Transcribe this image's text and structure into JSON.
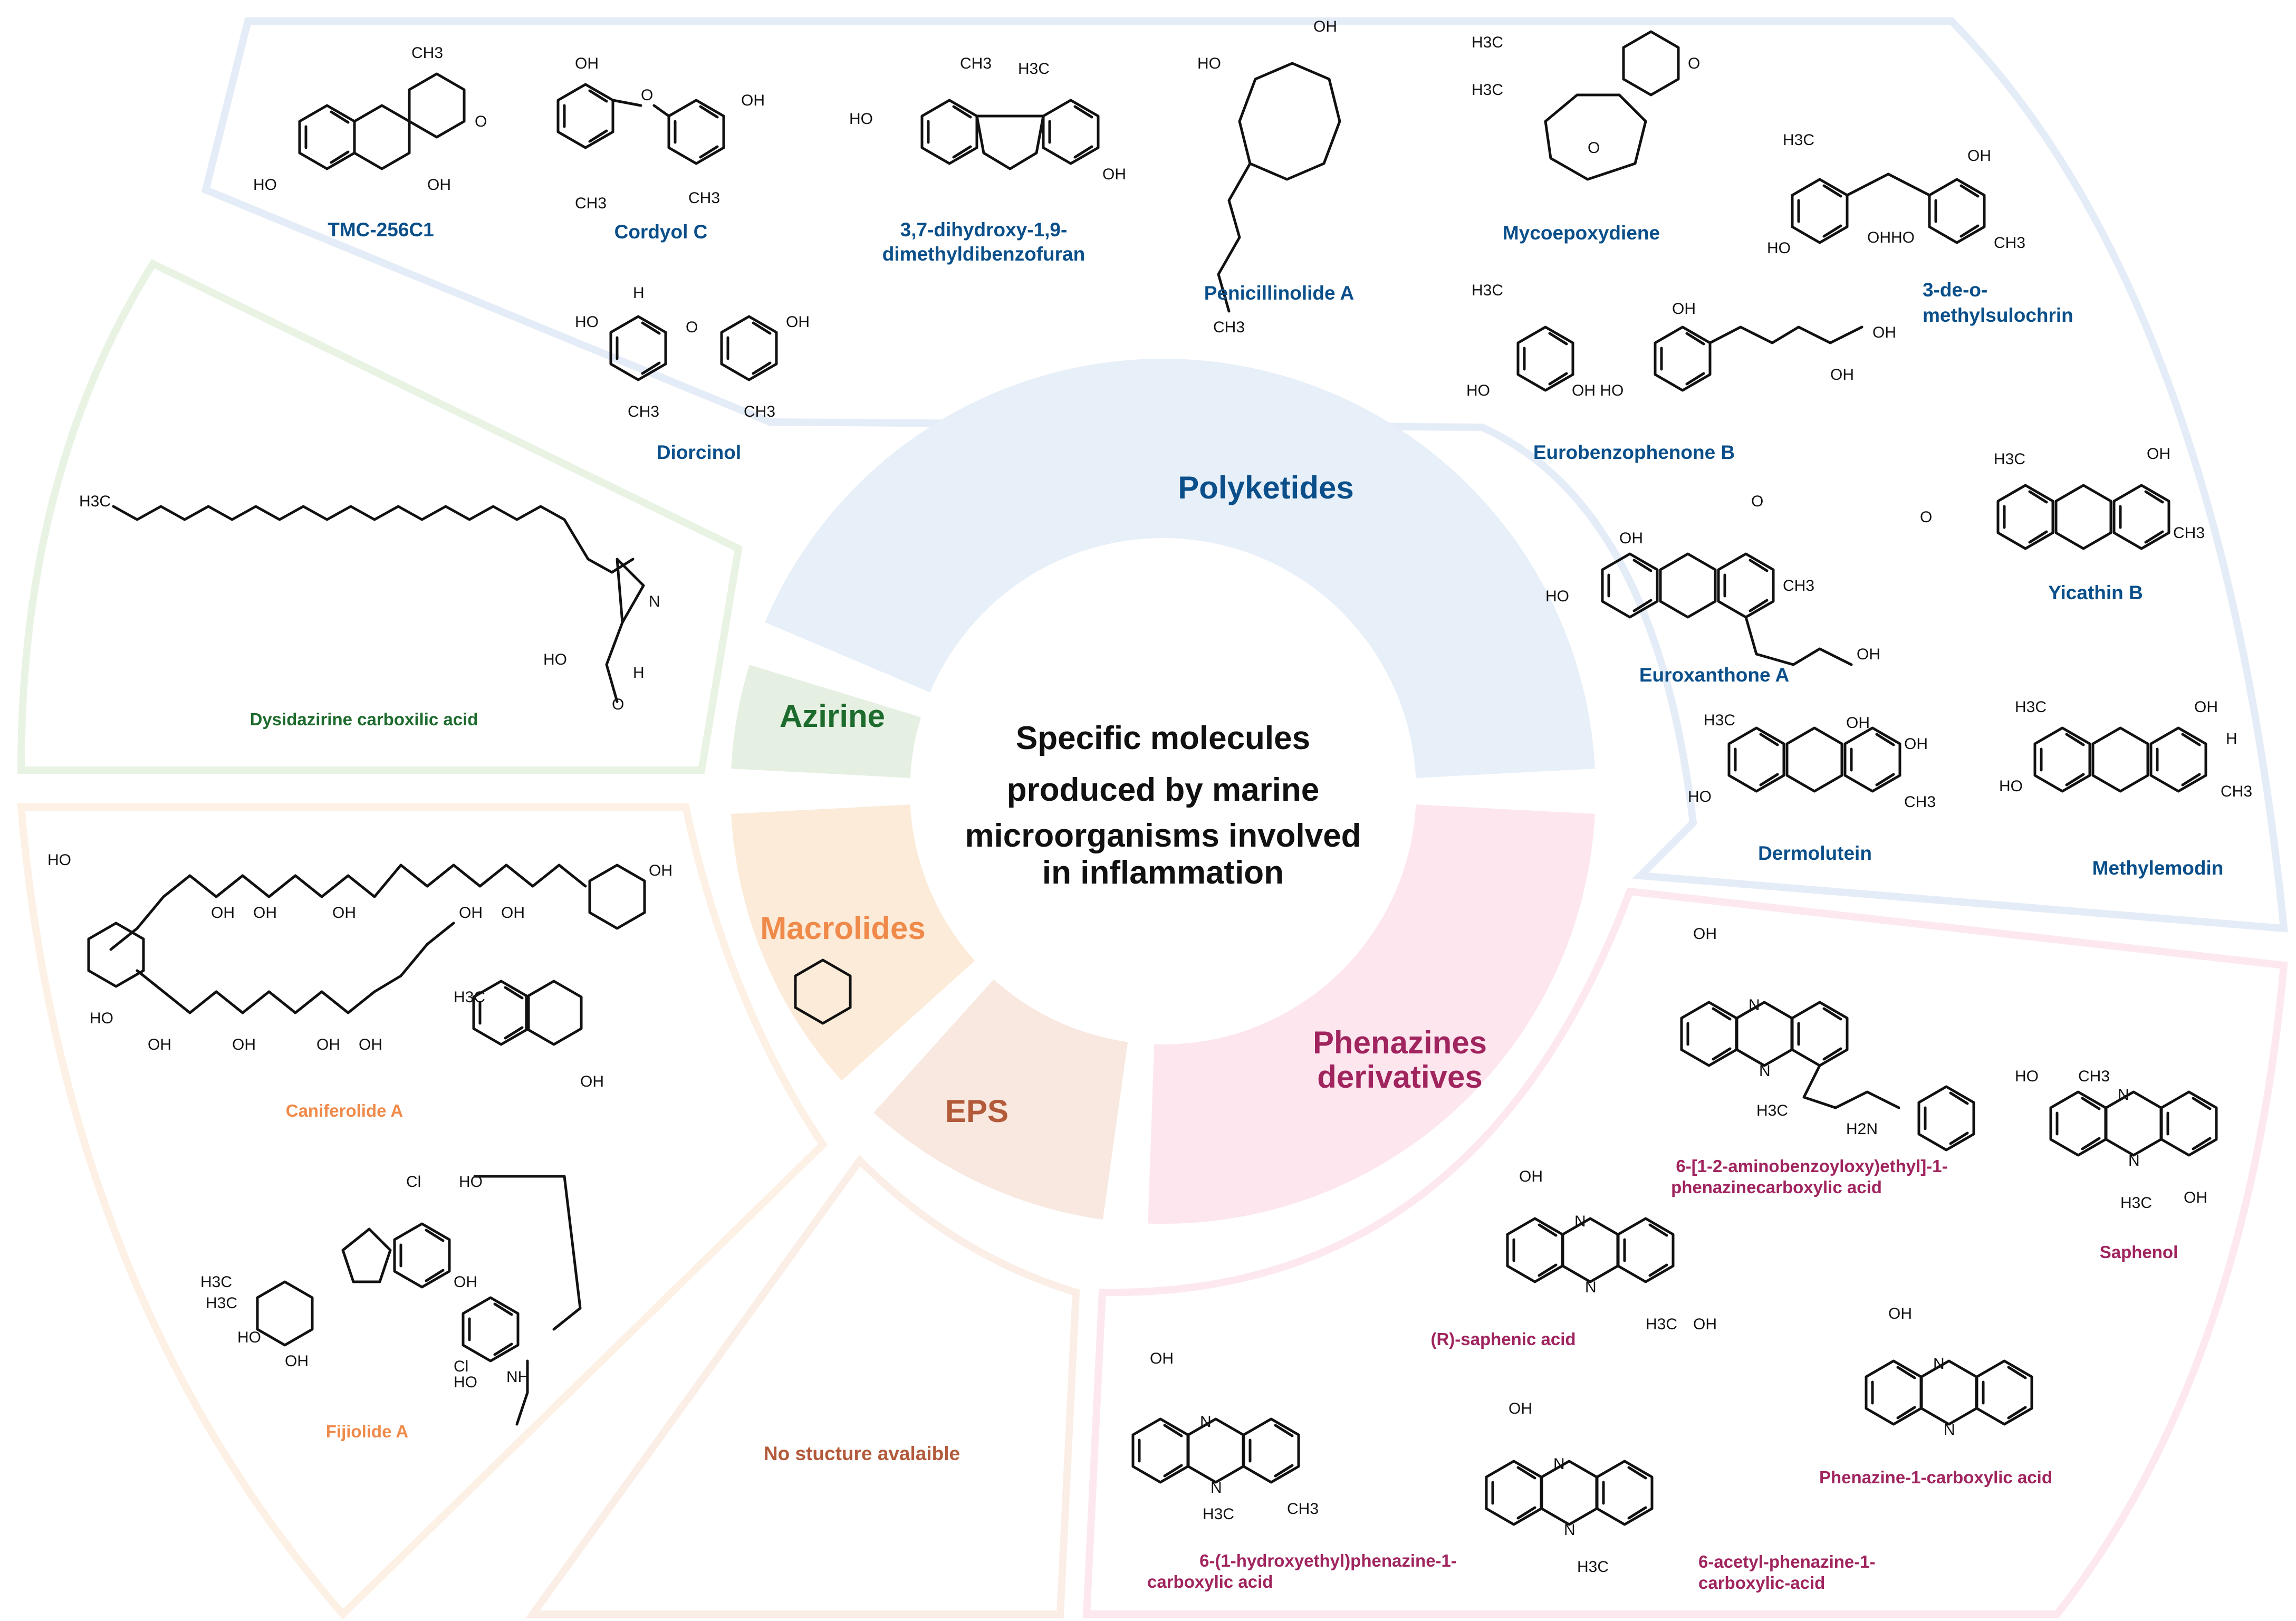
{
  "center": {
    "lines": [
      "Specific molecules",
      "produced by marine",
      "microorganisms involved",
      "in inflammation"
    ]
  },
  "colors": {
    "polyketides": "#0a4f8a",
    "polyketides_fill": "#e7eff8",
    "polyketides_frame": "#e4ecf7",
    "azirine": "#1e6b2e",
    "azirine_fill": "#e5f0e2",
    "azirine_frame": "#e8f3e4",
    "macrolides": "#ef8a4a",
    "macrolides_fill": "#fcebd9",
    "macrolides_frame": "#fdf0e4",
    "eps": "#b25a3a",
    "eps_fill": "#f8e8df",
    "eps_frame": "#fbeee6",
    "phenazines": "#a0245e",
    "phenazines_fill": "#fde6ee",
    "phenazines_frame": "#fde8ef"
  },
  "sectors": {
    "polyketides": "Polyketides",
    "azirine": "Azirine",
    "macrolides": "Macrolides",
    "eps": "EPS",
    "phenazines": [
      "Phenazines",
      "derivatives"
    ]
  },
  "molecules": {
    "tmc": "TMC-256C1",
    "cordyol": "Cordyol C",
    "dibenzofuran": [
      "3,7-dihydroxy-1,9-",
      "dimethyldibenzofuran"
    ],
    "penicillinolide": "Penicillinolide A",
    "mycoepoxydiene": "Mycoepoxydiene",
    "sulochrin": [
      "3-de-o-",
      "methylsulochrin"
    ],
    "diorcinol": "Diorcinol",
    "eurobenzophenone": "Eurobenzophenone B",
    "euroxanthone": "Euroxanthone A",
    "yicathin": "Yicathin B",
    "dermolutein": "Dermolutein",
    "methylemodin": "Methylemodin",
    "dysidazirine": "Dysidazirine carboxilic acid",
    "caniferolide": "Caniferolide A",
    "fijiolide": "Fijiolide A",
    "no_structure": "No stucture avalaible",
    "aminobenzoyloxy": [
      "6-[1-2-aminobenzoyloxy)ethyl]-1-",
      "phenazinecarboxylic acid"
    ],
    "saphenol": "Saphenol",
    "saphenic": "(R)-saphenic acid",
    "pca": "Phenazine-1-carboxylic acid",
    "hydroxyethyl_pca": [
      "6-(1-hydroxyethyl)phenazine-1-",
      "carboxylic  acid"
    ],
    "acetyl_pca": [
      "6-acetyl-phenazine-1-",
      "carboxylic-acid"
    ]
  },
  "atoms": {
    "h3c": "H3C",
    "ch3": "CH3",
    "oh": "OH",
    "ho": "HO",
    "o": "O",
    "n": "N",
    "h": "H",
    "cl": "Cl",
    "h2n": "H2N",
    "nh": "NH",
    "ohho": "OHHO",
    "ohho2": "OH HO"
  }
}
